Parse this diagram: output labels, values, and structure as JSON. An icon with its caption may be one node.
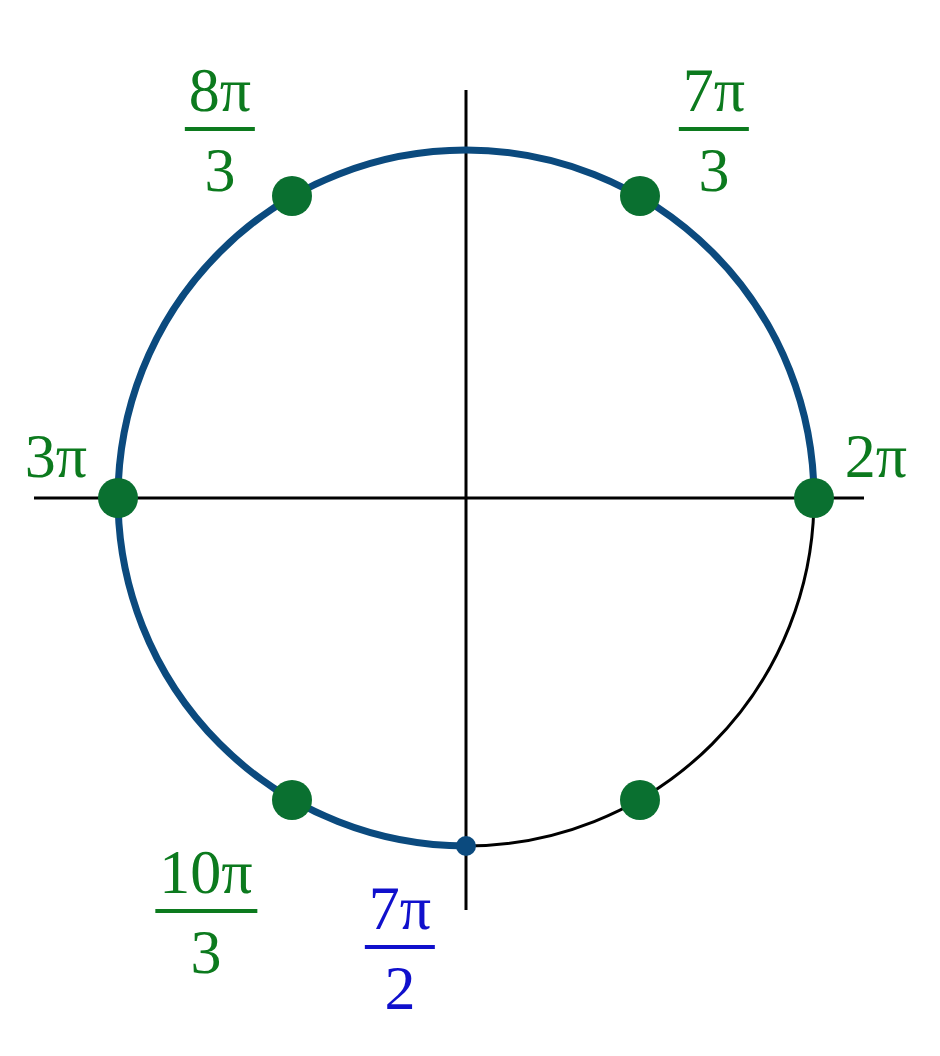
{
  "diagram": {
    "nodes": [
      {
        "text": [],
        "shape": "circle",
        "beside": [
          "8π",
          "3"
        ]
      },
      {
        "text": [],
        "shape": "circle",
        "beside": [
          "7π",
          "3"
        ]
      },
      {
        "text": [],
        "shape": "circle",
        "beside": [
          "3π"
        ]
      },
      {
        "text": [],
        "shape": "circle",
        "beside": [
          "2π"
        ]
      },
      {
        "text": [],
        "shape": "circle",
        "beside": [
          "10π",
          "3"
        ]
      },
      {
        "text": [],
        "shape": "circle"
      },
      {
        "text": [],
        "shape": "circle",
        "beside": [
          "7π",
          "2"
        ]
      }
    ]
  }
}
